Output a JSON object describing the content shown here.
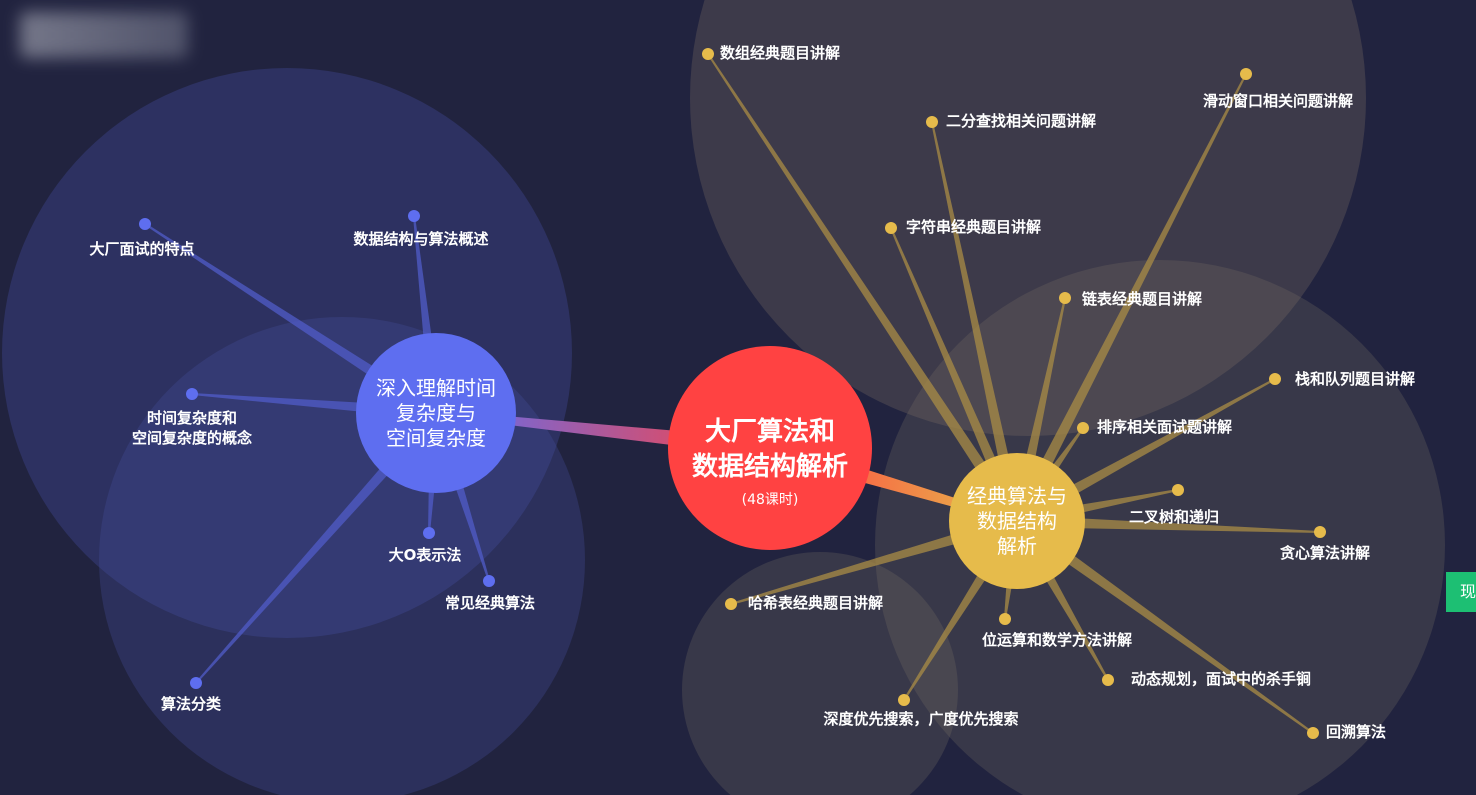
{
  "colors": {
    "background": "#21233f",
    "root": "#ff4242",
    "left_hub": "#5e6ef0",
    "right_hub": "#e6bb4b",
    "left_leaf_dot": "#5e6ef0",
    "right_leaf_dot": "#e6bb4b",
    "side_button": "#1dbf73"
  },
  "root": {
    "title_line1": "大厂算法和",
    "title_line2": "数据结构解析",
    "subtitle": "(48课时)"
  },
  "left_hub": {
    "lines": [
      "深入理解时间",
      "复杂度与",
      "空间复杂度"
    ]
  },
  "right_hub": {
    "lines": [
      "经典算法与",
      "数据结构",
      "解析"
    ]
  },
  "left_leaves": [
    {
      "lines": [
        "大厂面试的特点"
      ]
    },
    {
      "lines": [
        "数据结构与算法概述"
      ]
    },
    {
      "lines": [
        "时间复杂度和",
        "空间复杂度的概念"
      ]
    },
    {
      "lines": [
        "大O表示法"
      ]
    },
    {
      "lines": [
        "常见经典算法"
      ]
    },
    {
      "lines": [
        "算法分类"
      ]
    }
  ],
  "right_leaves": [
    {
      "lines": [
        "数组经典题目讲解"
      ]
    },
    {
      "lines": [
        "二分查找相关问题讲解"
      ]
    },
    {
      "lines": [
        "滑动窗口相关问题讲解"
      ]
    },
    {
      "lines": [
        "字符串经典题目讲解"
      ]
    },
    {
      "lines": [
        "链表经典题目讲解"
      ]
    },
    {
      "lines": [
        "栈和队列题目讲解"
      ]
    },
    {
      "lines": [
        "排序相关面试题讲解"
      ]
    },
    {
      "lines": [
        "二叉树和递归"
      ]
    },
    {
      "lines": [
        "贪心算法讲解"
      ]
    },
    {
      "lines": [
        "哈希表经典题目讲解"
      ]
    },
    {
      "lines": [
        "位运算和数学方法讲解"
      ]
    },
    {
      "lines": [
        "动态规划，面试中的杀手锏"
      ]
    },
    {
      "lines": [
        "深度优先搜索，广度优先搜索"
      ]
    },
    {
      "lines": [
        "回溯算法"
      ]
    }
  ],
  "side_button": {
    "label": "现"
  }
}
